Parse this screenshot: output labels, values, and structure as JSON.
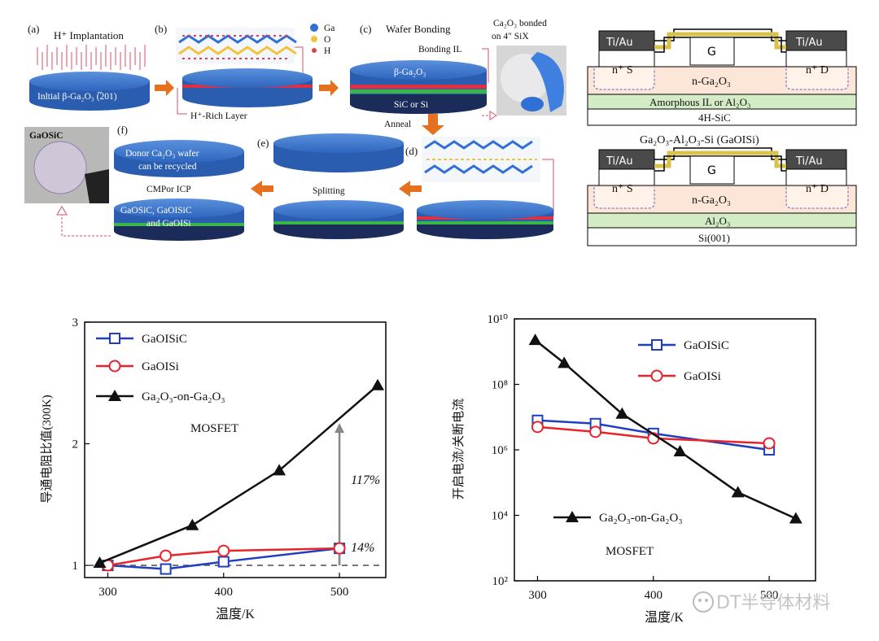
{
  "process_figure": {
    "panel_a": {
      "label": "(a)",
      "title": "H⁺ Implantation",
      "wafer_text": "Inltial β-Ga₂O₃ (̅201)"
    },
    "panel_b": {
      "label": "(b)",
      "layer_note": "H⁺-Rich Layer"
    },
    "legend_atoms": [
      {
        "symbol": "Ga",
        "color": "#2f6fd6"
      },
      {
        "symbol": "O",
        "color": "#f2c33c"
      },
      {
        "symbol": "H",
        "color": "#e0404a"
      }
    ],
    "panel_c": {
      "label": "(c)",
      "title": "Wafer Bonding",
      "layer_note": "Bonding IL",
      "wafer_top": "β-Ga₂O₃",
      "wafer_bottom": "SiC or Si"
    },
    "photo_top": {
      "caption_line1": "Ca₂O₃ bonded",
      "caption_line2": "on 4″  SiX"
    },
    "anneal": "Anneal",
    "panel_d": {
      "label": "(d)"
    },
    "panel_e": {
      "label": "(e)",
      "step": "Splitting"
    },
    "panel_f": {
      "label": "(f)",
      "donor_line1": "Donor Ca₂O₃ wafer",
      "donor_line2": "can be recycled",
      "step": "CMPor ICP",
      "product_line1": "GaOSiC, GaOISiC",
      "product_line2": "and GaOISi"
    },
    "photo_left": {
      "caption": "GaOSiC"
    }
  },
  "device_top": {
    "contact_left": "Ti/Au",
    "contact_right": "Ti/Au",
    "gate": "G",
    "source": "n⁺ S",
    "drain": "n⁺ D",
    "channel": "n-Ga₂O₃",
    "interlayer": "Amorphous IL or Al₂O₃",
    "substrate": "4H-SiC",
    "caption": "Ga₂O₃-Al₂O₃-Si (GaOISi)"
  },
  "device_bottom": {
    "contact_left": "Ti/Au",
    "contact_right": "Ti/Au",
    "gate": "G",
    "source": "n⁺ S",
    "drain": "n⁺ D",
    "channel": "n-Ga₂O₃",
    "interlayer": "Al₂O₃",
    "substrate": "Si(001)"
  },
  "colors": {
    "wafer_blue": "#3a78d2",
    "gaoisic": "#1f3fbf",
    "gaoisi": "#e8232a",
    "ga2o3_on_ga2o3": "#111111",
    "green_layer": "#d3ecc5",
    "pink_region": "#fbe6d8",
    "contact_gray": "#4a4a4a",
    "arrow_orange": "#e5711f"
  },
  "chart_data": [
    {
      "type": "line",
      "ylabel": "导通电阻比值(300K)",
      "xlabel": "温度/K",
      "xlim": [
        280,
        540
      ],
      "ylim": [
        0.9,
        3
      ],
      "xticks": [
        "300",
        "400",
        "500"
      ],
      "yticks": [
        "1",
        "2",
        "3"
      ],
      "annotation": "MOSFET",
      "series": [
        {
          "name": "GaOISiC",
          "marker": "square",
          "x": [
            300,
            350,
            400,
            500
          ],
          "values": [
            1.0,
            0.97,
            1.03,
            1.14
          ]
        },
        {
          "name": "GaOISi",
          "marker": "circle",
          "x": [
            300,
            350,
            400,
            500
          ],
          "values": [
            1.0,
            1.08,
            1.12,
            1.14
          ]
        },
        {
          "name": "Ga₂O₃-on-Ga₂O₃",
          "marker": "triangle",
          "x": [
            293,
            373,
            448,
            533
          ],
          "values": [
            1.02,
            1.33,
            1.78,
            2.48
          ]
        }
      ],
      "baseline": 1,
      "arrows": [
        {
          "x": 500,
          "from": 1,
          "to": 2.17,
          "label": "117%"
        },
        {
          "x": 500,
          "from": 1,
          "to": 1.14,
          "label": "14%"
        }
      ]
    },
    {
      "type": "line",
      "ylabel": "开启电流/关断电流",
      "xlabel": "温度/K",
      "xlim": [
        280,
        540
      ],
      "ylim": [
        2,
        10
      ],
      "log_scale": true,
      "xticks": [
        "300",
        "400",
        "500"
      ],
      "yticks": [
        "10²",
        "10⁴",
        "10⁶",
        "10⁸",
        "10¹⁰"
      ],
      "annotation": "MOSFET",
      "series": [
        {
          "name": "GaOISiC",
          "marker": "square",
          "x": [
            300,
            350,
            400,
            500
          ],
          "values": [
            6.9,
            6.8,
            6.5,
            6.0
          ]
        },
        {
          "name": "GaOISi",
          "marker": "circle",
          "x": [
            300,
            350,
            400,
            500
          ],
          "values": [
            6.7,
            6.55,
            6.35,
            6.2
          ]
        },
        {
          "name": "Ga₂O₃-on-Ga₂O₃",
          "marker": "triangle",
          "x": [
            298,
            323,
            373,
            423,
            473,
            523
          ],
          "values": [
            9.35,
            8.65,
            7.1,
            5.95,
            4.7,
            3.9
          ]
        }
      ]
    }
  ],
  "watermark": "DT半导体材料"
}
